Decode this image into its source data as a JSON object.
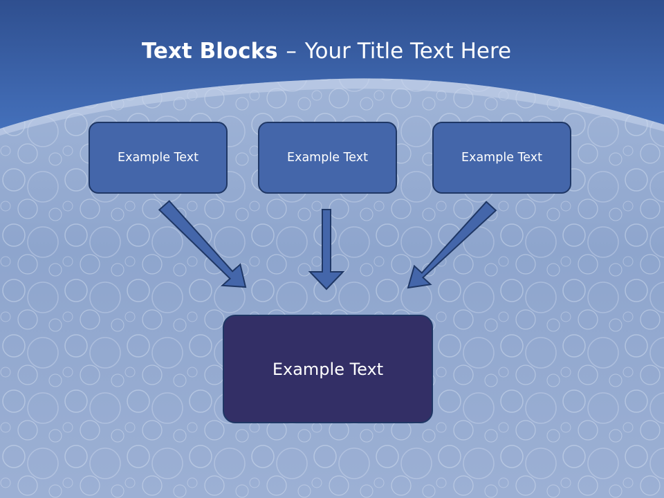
{
  "title": {
    "bold_part": "Text Blocks",
    "separator": "–",
    "rest": "Your Title Text Here"
  },
  "blocks": [
    {
      "label": "Example Text"
    },
    {
      "label": "Example Text"
    },
    {
      "label": "Example Text"
    }
  ],
  "target_block": {
    "label": "Example Text"
  },
  "colors": {
    "header_blue": "#3a63ad",
    "block_fill": "#4466aa",
    "target_fill": "#332f66",
    "arrow_fill": "#4466aa",
    "outline": "#1f3765",
    "text": "#ffffff"
  }
}
